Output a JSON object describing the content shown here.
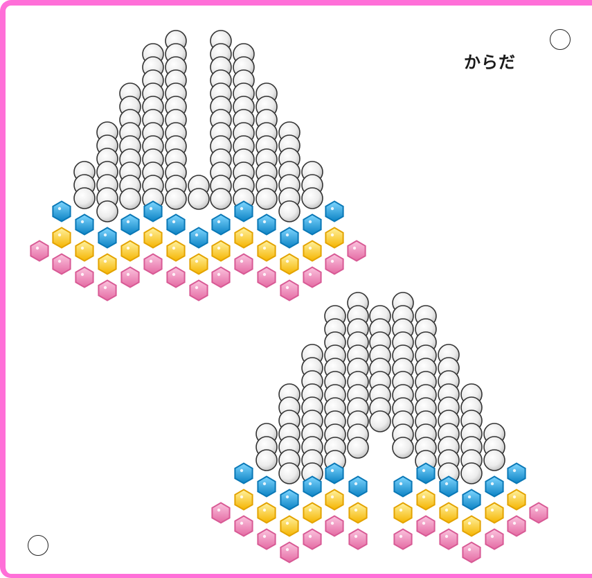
{
  "title": "からだ",
  "colors": {
    "border": "#ff6fd8",
    "bead_white": "#e9e9e9",
    "bead_blue": "#1aa0e0",
    "bead_yellow": "#ffcc1a",
    "bead_pink": "#f07bb0"
  },
  "icons": {
    "hole": "circle-outline",
    "white_bead": "round-bead",
    "color_bead": "hexagon-bead"
  }
}
